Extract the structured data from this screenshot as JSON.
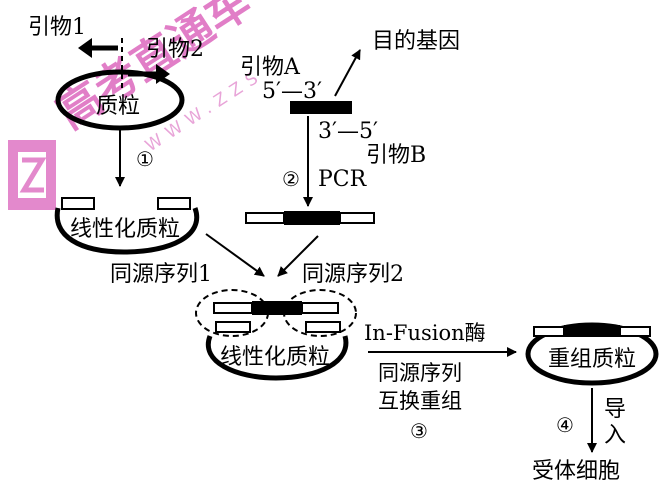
{
  "labels": {
    "primer1": "引物1",
    "primer2": "引物2",
    "plasmid": "质粒",
    "primerA": "引物A",
    "five_three_top": "5′—3′",
    "target_gene": "目的基因",
    "three_five_bottom": "3′—5′",
    "primerB": "引物B",
    "pcr": "PCR",
    "linear_plasmid_1": "线性化质粒",
    "homolog_seq_1": "同源序列1",
    "homolog_seq_2": "同源序列2",
    "linear_plasmid_2": "线性化质粒",
    "in_fusion": "In-Fusion酶",
    "homolog_seq": "同源序列",
    "recombination": "互换重组",
    "recombinant_plasmid": "重组质粒",
    "introduce_1": "导",
    "introduce_2": "入",
    "recipient_cell": "受体细胞"
  },
  "steps": {
    "step1": "①",
    "step2": "②",
    "step3": "③",
    "step4": "④"
  },
  "watermark": {
    "text": "高考直通车",
    "url": "WWW.ZZS"
  },
  "colors": {
    "ink": "#000000",
    "watermark": "#c9159a"
  }
}
